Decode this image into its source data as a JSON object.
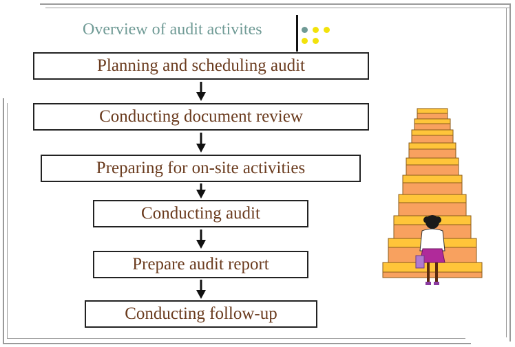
{
  "title": "Overview of audit activites",
  "steps": [
    {
      "label": "Planning and scheduling audit"
    },
    {
      "label": "Conducting document review"
    },
    {
      "label": "Preparing for on-site activities"
    },
    {
      "label": "Conducting audit"
    },
    {
      "label": "Prepare audit report"
    },
    {
      "label": "Conducting follow-up"
    }
  ],
  "colors": {
    "title_text": "#6f9a95",
    "step_text": "#6a3b1e",
    "dot_gray": "#6f9a95",
    "dot_yellow": "#f2e20b",
    "stair_fill": "#ffc53a",
    "stair_riser": "#f8a15f"
  },
  "illustration": {
    "subject": "person-climbing-stairs-icon"
  }
}
